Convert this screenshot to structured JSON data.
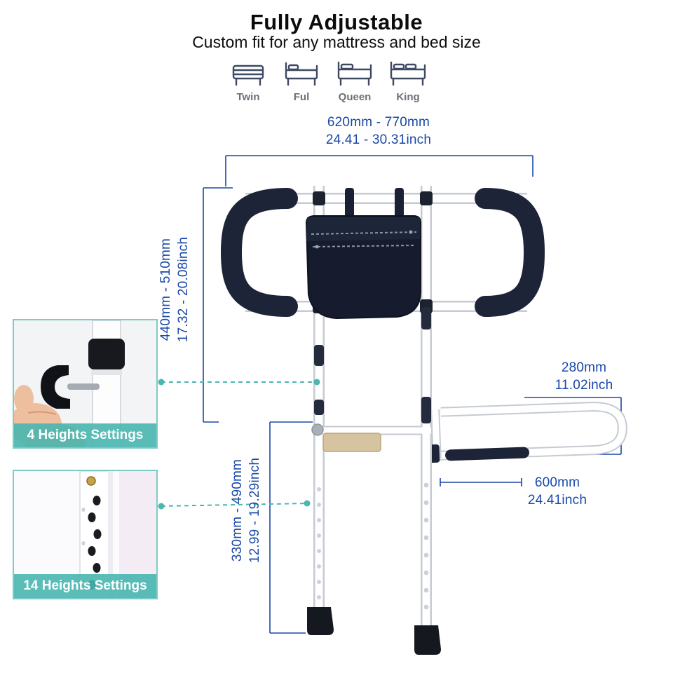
{
  "header": {
    "title": "Fully Adjustable",
    "subtitle": "Custom fit for any mattress and bed size"
  },
  "bed_sizes": {
    "items": [
      {
        "label": "Twin",
        "icon": "bed-twin-icon"
      },
      {
        "label": "Ful",
        "icon": "bed-full-icon"
      },
      {
        "label": "Queen",
        "icon": "bed-queen-icon"
      },
      {
        "label": "King",
        "icon": "bed-king-icon"
      }
    ]
  },
  "dimensions": {
    "width_top": {
      "mm": "620mm - 770mm",
      "inch": "24.41 - 30.31inch"
    },
    "height_upper": {
      "mm": "440mm - 510mm",
      "inch": "17.32 - 20.08inch"
    },
    "height_lower": {
      "mm": "330mm - 490mm",
      "inch": "12.99 - 19.29inch"
    },
    "loop_height": {
      "mm": "280mm",
      "inch": "11.02inch"
    },
    "loop_length": {
      "mm": "600mm",
      "inch": "24.41inch"
    }
  },
  "insets": {
    "top": {
      "label": "4 Heights Settings"
    },
    "bottom": {
      "label": "14 Heights Settings"
    }
  },
  "colors": {
    "dimension_blue": "#1948a8",
    "teal_accent": "#4cb6b0",
    "handle_navy": "#1d2438"
  }
}
